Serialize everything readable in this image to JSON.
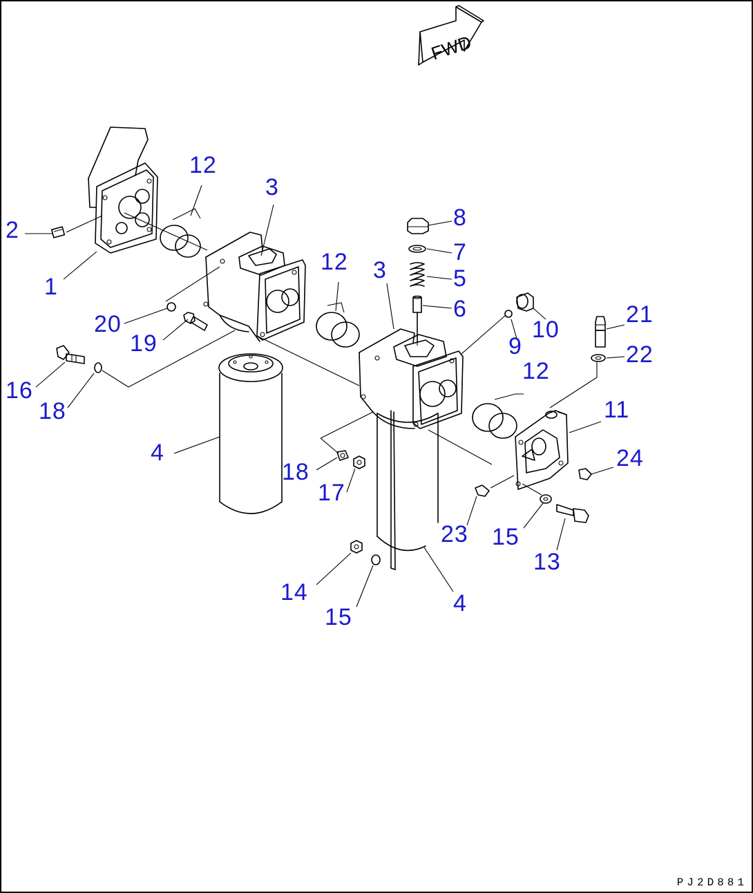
{
  "direction_marker": "FWD",
  "drawing_code": "PJ2D881",
  "callouts": {
    "c1": "1",
    "c2": "2",
    "c3a": "3",
    "c3b": "3",
    "c4a": "4",
    "c4b": "4",
    "c5": "5",
    "c6": "6",
    "c7": "7",
    "c8": "8",
    "c9": "9",
    "c10": "10",
    "c11": "11",
    "c12a": "12",
    "c12b": "12",
    "c12c": "12",
    "c13": "13",
    "c14": "14",
    "c15a": "15",
    "c15b": "15",
    "c16": "16",
    "c17": "17",
    "c18a": "18",
    "c18b": "18",
    "c19": "19",
    "c20": "20",
    "c21": "21",
    "c22": "22",
    "c23": "23",
    "c24": "24"
  },
  "colors": {
    "callout": "#1a1acc",
    "line": "#000000",
    "background": "#ffffff"
  }
}
